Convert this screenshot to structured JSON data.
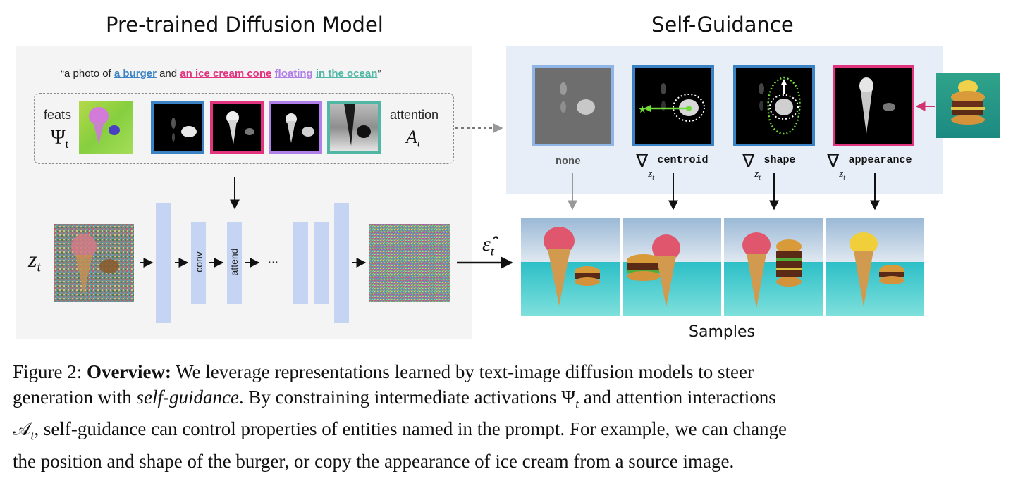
{
  "left_title": "Pre-trained Diffusion Model",
  "right_title": "Self-Guidance",
  "prompt": {
    "open": "“a photo of ",
    "burger": "a burger",
    "and": " and ",
    "ice_cream": "an ice cream cone",
    "space": " ",
    "floating": "floating",
    "space2": " ",
    "ocean": "in the ocean",
    "close": "”"
  },
  "feats_label": "feats",
  "feats_symbol": "Ψ",
  "feats_sub": "t",
  "attention_label": "attention",
  "attention_symbol": "A",
  "attention_sub": "t",
  "z_symbol": "z",
  "z_sub": "t",
  "eps_symbol": "ε̂",
  "eps_sub": "t",
  "conv_label": "conv",
  "attend_label": "attend",
  "ellipsis": "···",
  "guidance": {
    "none_label": "none",
    "nabla": "∇",
    "z_sub": "z",
    "z_sub_t": "t",
    "centroid_label": "centroid",
    "shape_label": "shape",
    "appearance_label": "appearance"
  },
  "samples_label": "Samples",
  "colors": {
    "burger": "#3b82c4",
    "ice_cream": "#e2337f",
    "floating": "#b07ee8",
    "ocean": "#4fb7a3",
    "bar": "#c5d4f3"
  },
  "caption": {
    "fig": "Figure 2: ",
    "bold": "Overview:",
    "t1": " We leverage representations learned by text-image diffusion models to steer",
    "t2a": "generation with ",
    "t2i": "self-guidance",
    "t2b": ". By constraining intermediate activations Ψ",
    "t2sub": "t",
    "t2c": " and attention interactions",
    "t3a": "𝒜",
    "t3sub": "t",
    "t3b": ", self-guidance can control properties of entities named in the prompt. For example, we can change",
    "t4": "the position and shape of the burger, or copy the appearance of ice cream from a source image."
  }
}
